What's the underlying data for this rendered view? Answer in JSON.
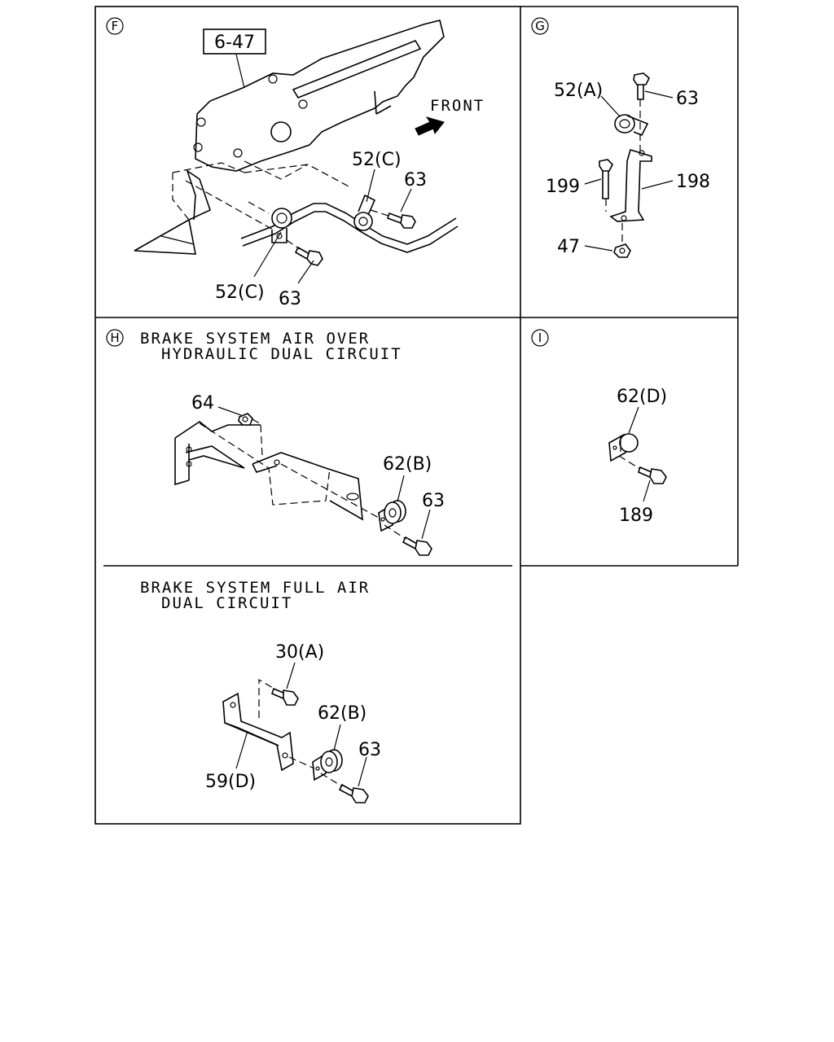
{
  "panels": {
    "f": {
      "marker": "F",
      "ref_box": "6-47",
      "front": "FRONT",
      "callouts": [
        "52(C)",
        "63",
        "52(C)",
        "63"
      ]
    },
    "g": {
      "marker": "G",
      "callouts": [
        "52(A)",
        "63",
        "199",
        "198",
        "47"
      ]
    },
    "h": {
      "marker": "H",
      "title_line1": "BRAKE SYSTEM AIR OVER",
      "title_line2": "HYDRAULIC DUAL CIRCUIT",
      "callouts": [
        "64",
        "62(B)",
        "63"
      ]
    },
    "h2": {
      "title_line1": "BRAKE SYSTEM FULL AIR",
      "title_line2": "DUAL CIRCUIT",
      "callouts": [
        "30(A)",
        "62(B)",
        "63",
        "59(D)"
      ]
    },
    "i": {
      "marker": "I",
      "callouts": [
        "62(D)",
        "189"
      ]
    }
  }
}
